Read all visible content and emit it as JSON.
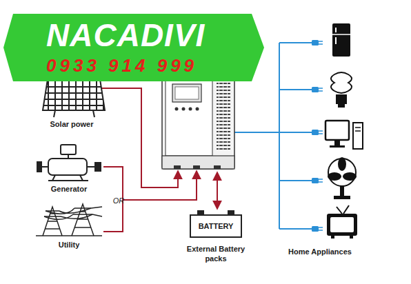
{
  "diagram": {
    "nodes": [
      {
        "text": [
          "NACADIVI",
          "0933 914 999"
        ]
      },
      {
        "text": [
          "Solar power"
        ]
      },
      {
        "text": [
          "Generator"
        ]
      },
      {
        "text": [
          "Utility"
        ]
      },
      {
        "text": [
          "BATTERY",
          "External Battery packs"
        ]
      }
    ],
    "labels": [
      "OR",
      "Home Appliances"
    ]
  }
}
